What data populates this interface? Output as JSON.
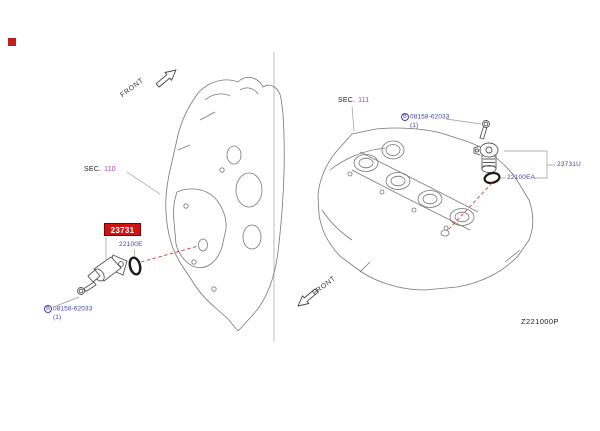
{
  "diagram": {
    "code": "Z221000P",
    "front_label": "FRONT",
    "highlight_color": "#cf1414",
    "label_blue": "#4040b0",
    "section_number_color": "#a344a8"
  },
  "left_panel": {
    "section": {
      "label": "SEC.",
      "number": "110"
    },
    "highlighted_part_number": "23731",
    "oring_label": "22100E",
    "bolt": {
      "prefix": "B",
      "part_number": "08158-62033",
      "quantity": "(1)"
    }
  },
  "right_panel": {
    "section": {
      "label": "SEC.",
      "number": "111"
    },
    "sensor_label": "23731U",
    "oring_label": "22100EA",
    "bolt": {
      "prefix": "B",
      "part_number": "08158-62033",
      "quantity": "(1)"
    }
  }
}
